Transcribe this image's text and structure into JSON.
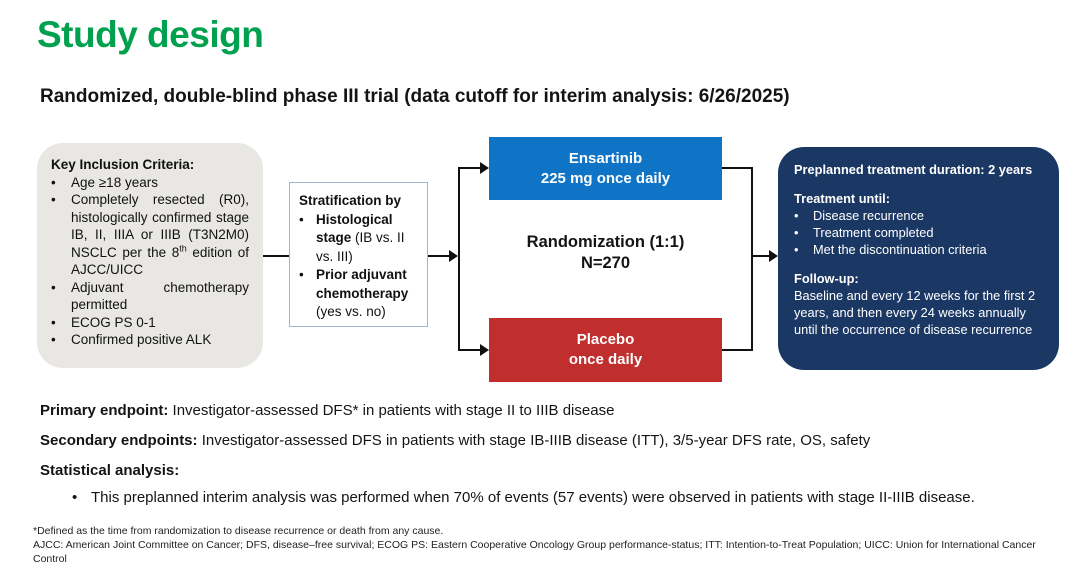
{
  "page": {
    "title": "Study design",
    "subtitle": "Randomized, double-blind phase III trial (data cutoff for interim analysis: 6/26/2025)"
  },
  "colors": {
    "title_green": "#00A14E",
    "arm_blue": "#0F74C6",
    "arm_red": "#C02E2E",
    "outcome_navy": "#1B3764",
    "inclusion_gray": "#E8E7E4"
  },
  "bullet": "•",
  "inclusion": {
    "title": "Key Inclusion Criteria:",
    "item1": "Age ≥18 years",
    "item2_pre": "Completely resected (R0), histologically confirmed stage IB, II, IIIA or IIIB (T3N2M0) NSCLC per the 8",
    "item2_sup": "th",
    "item2_post": " edition of AJCC/UICC",
    "item3": "Adjuvant chemotherapy permitted",
    "item4": "ECOG PS 0-1",
    "item5": "Confirmed positive ALK"
  },
  "stratification": {
    "title": "Stratification by",
    "item1_bold": "Histological stage",
    "item1_rest": " (IB vs. II vs. III)",
    "item2_bold": "Prior adjuvant chemotherapy",
    "item2_rest": " (yes vs. no)"
  },
  "arms": {
    "ensartinib_line1": "Ensartinib",
    "ensartinib_line2": "225 mg once daily",
    "placebo_line1": "Placebo",
    "placebo_line2": "once daily"
  },
  "randomization": {
    "line1": "Randomization (1:1)",
    "line2": "N=270"
  },
  "outcome": {
    "heading": "Preplanned treatment duration: 2 years",
    "treatment_label": "Treatment until:",
    "item1": "Disease recurrence",
    "item2": "Treatment completed",
    "item3": "Met the discontinuation criteria",
    "followup_label": "Follow-up:",
    "followup_text": "Baseline and every 12 weeks for the first 2 years, and then every 24 weeks annually until the occurrence of disease recurrence"
  },
  "endpoints": {
    "primary_label": "Primary endpoint:",
    "primary_text": " Investigator-assessed DFS* in patients with stage II to IIIB disease",
    "secondary_label": "Secondary endpoints:",
    "secondary_text": " Investigator-assessed DFS in patients with stage IB-IIIB disease (ITT), 3/5-year DFS rate, OS, safety",
    "statistical_label": "Statistical analysis:",
    "statistical_bullet": "This preplanned interim analysis was performed when 70% of events (57 events) were observed in patients with stage II-IIIB disease."
  },
  "footnotes": {
    "line1": "*Defined as the time from randomization to disease recurrence or death from any cause.",
    "line2": "AJCC: American Joint Committee on Cancer; DFS, disease–free survival; ECOG PS: Eastern Cooperative Oncology Group performance-status; ITT: Intention-to-Treat Population; UICC: Union for International Cancer Control"
  }
}
